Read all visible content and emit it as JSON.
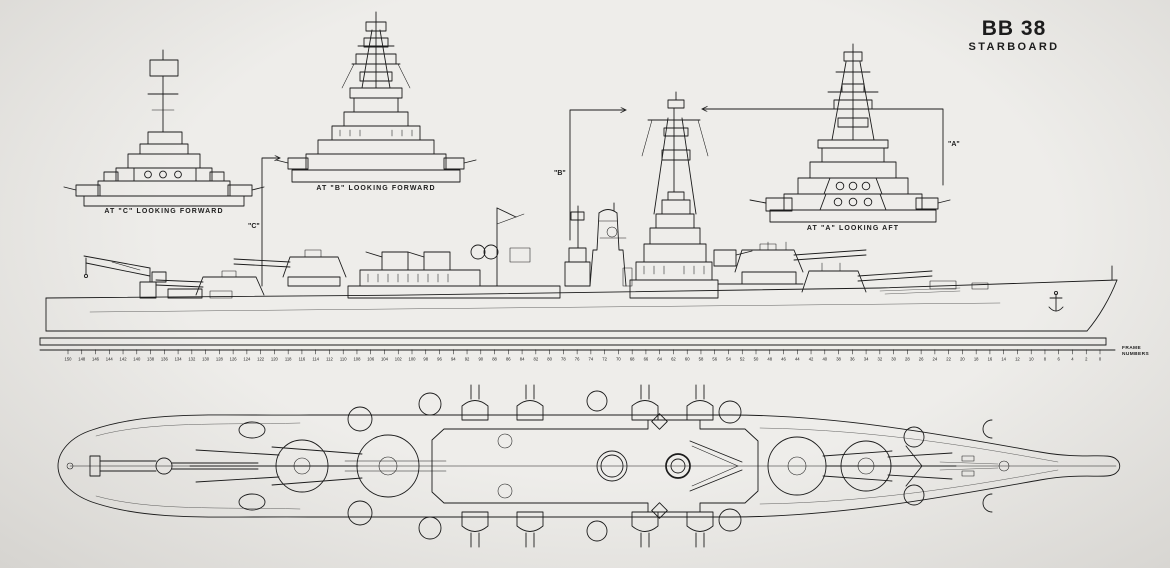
{
  "title_block": {
    "hull_number": "BB 38",
    "view_label": "STARBOARD"
  },
  "detail_views": [
    {
      "label": "AT \"C\" LOOKING FORWARD",
      "marker": "\"C\""
    },
    {
      "label": "AT \"B\" LOOKING FORWARD",
      "marker": "\"B\""
    },
    {
      "label": "AT \"A\" LOOKING AFT",
      "marker": "\"A\""
    }
  ],
  "frame_scale": {
    "caption_line1": "FRAME",
    "caption_line2": "NUMBERS",
    "labels": [
      150,
      148,
      146,
      144,
      142,
      140,
      138,
      136,
      134,
      132,
      130,
      128,
      126,
      124,
      122,
      120,
      118,
      116,
      114,
      112,
      110,
      108,
      106,
      104,
      102,
      100,
      98,
      96,
      94,
      92,
      90,
      88,
      86,
      84,
      82,
      80,
      78,
      76,
      74,
      72,
      70,
      68,
      66,
      64,
      62,
      60,
      58,
      56,
      54,
      52,
      50,
      48,
      46,
      44,
      42,
      40,
      38,
      36,
      34,
      32,
      30,
      28,
      26,
      24,
      22,
      20,
      18,
      16,
      14,
      12,
      10,
      8,
      6,
      4,
      2,
      0
    ]
  },
  "colors": {
    "ink": "#1c1c1c",
    "paper": "#eeedea",
    "paper_edge": "#d6d4d0"
  }
}
